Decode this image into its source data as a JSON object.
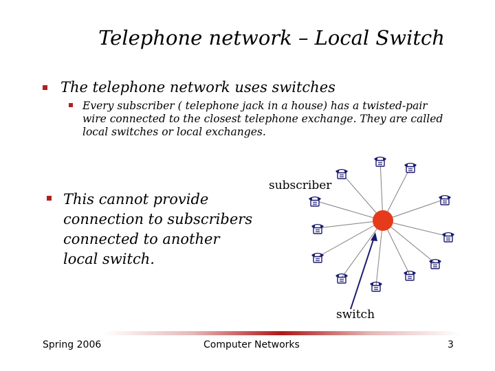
{
  "slide": {
    "title": "Telephone network – Local Switch",
    "bullet1": "The telephone network uses switches",
    "bullet2": "Every subscriber ( telephone jack in a house) has a twisted-pair wire connected to the closest telephone exchange. They are called local switches or local exchanges.",
    "bullet3": "This cannot provide connection to subscribers connected to another local switch."
  },
  "diagram": {
    "label_subscriber": "subscriber",
    "label_switch": "switch",
    "phone_icon": "telephone-icon",
    "switch_color": "#e53b1c",
    "phone_color": "#1a1a70"
  },
  "footer": {
    "left": "Spring 2006",
    "center": "Computer Networks",
    "page": "3"
  },
  "colors": {
    "bullet": "#b02020",
    "accent_line": "#b01818"
  }
}
